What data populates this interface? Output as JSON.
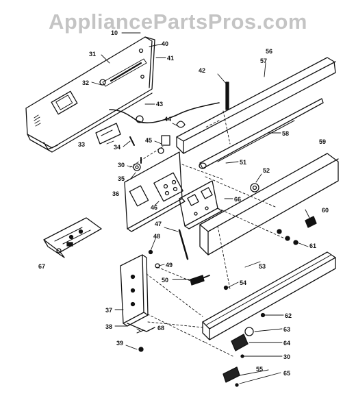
{
  "watermark": "AppliancePartsPros.com",
  "part_labels": [
    {
      "id": "l10",
      "text": "10"
    },
    {
      "id": "l40",
      "text": "40"
    },
    {
      "id": "l31",
      "text": "31"
    },
    {
      "id": "l41",
      "text": "41"
    },
    {
      "id": "l56",
      "text": "56"
    },
    {
      "id": "l57",
      "text": "57"
    },
    {
      "id": "l42",
      "text": "42"
    },
    {
      "id": "l32",
      "text": "32"
    },
    {
      "id": "l43",
      "text": "43"
    },
    {
      "id": "l44",
      "text": "44"
    },
    {
      "id": "l58",
      "text": "58"
    },
    {
      "id": "l33",
      "text": "33"
    },
    {
      "id": "l34",
      "text": "34"
    },
    {
      "id": "l45",
      "text": "45"
    },
    {
      "id": "l59",
      "text": "59"
    },
    {
      "id": "l30a",
      "text": "30"
    },
    {
      "id": "l51",
      "text": "51"
    },
    {
      "id": "l35",
      "text": "35"
    },
    {
      "id": "l52",
      "text": "52"
    },
    {
      "id": "l36",
      "text": "36"
    },
    {
      "id": "l46",
      "text": "46"
    },
    {
      "id": "l66",
      "text": "66"
    },
    {
      "id": "l60",
      "text": "60"
    },
    {
      "id": "l47",
      "text": "47"
    },
    {
      "id": "l48",
      "text": "48"
    },
    {
      "id": "l61",
      "text": "61"
    },
    {
      "id": "l67",
      "text": "67"
    },
    {
      "id": "l49",
      "text": "49"
    },
    {
      "id": "l53",
      "text": "53"
    },
    {
      "id": "l50",
      "text": "50"
    },
    {
      "id": "l54",
      "text": "54"
    },
    {
      "id": "l37",
      "text": "37"
    },
    {
      "id": "l62",
      "text": "62"
    },
    {
      "id": "l38",
      "text": "38"
    },
    {
      "id": "l68",
      "text": "68"
    },
    {
      "id": "l63",
      "text": "63"
    },
    {
      "id": "l39",
      "text": "39"
    },
    {
      "id": "l64",
      "text": "64"
    },
    {
      "id": "l30b",
      "text": "30"
    },
    {
      "id": "l55",
      "text": "55"
    },
    {
      "id": "l65",
      "text": "65"
    }
  ]
}
